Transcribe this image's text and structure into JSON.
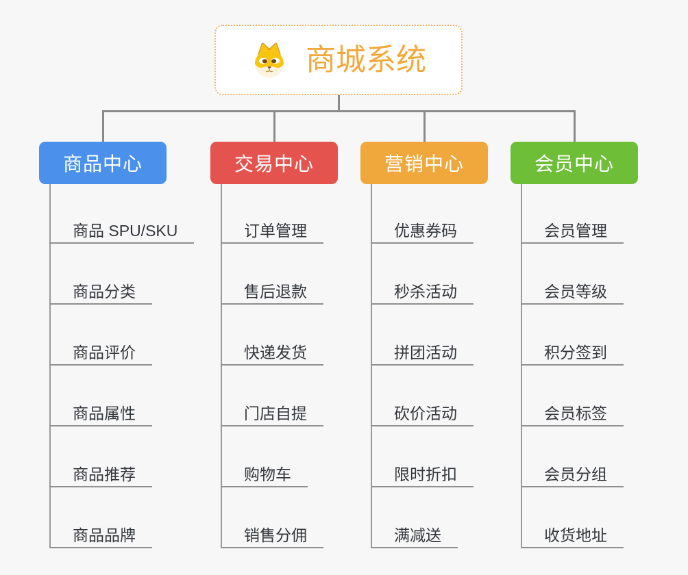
{
  "canvas": {
    "background": "#F7F7F7",
    "connector_color": "#8A8A8A",
    "trunk_color": "#999999",
    "underline_color": "#8F8F8F",
    "leaf_text_color": "#33363B"
  },
  "root": {
    "title": "商城系统",
    "icon": "dog-face-icon",
    "accent_color": "#F2A93B",
    "border_color": "#F2B263",
    "background": "#FFFFFF"
  },
  "branches": [
    {
      "label": "商品中心",
      "color": "#4B90EA",
      "children": [
        "商品 SPU/SKU",
        "商品分类",
        "商品评价",
        "商品属性",
        "商品推荐",
        "商品品牌"
      ]
    },
    {
      "label": "交易中心",
      "color": "#E5534F",
      "children": [
        "订单管理",
        "售后退款",
        "快递发货",
        "门店自提",
        "购物车",
        "销售分佣"
      ]
    },
    {
      "label": "营销中心",
      "color": "#F0A73B",
      "children": [
        "优惠券码",
        "秒杀活动",
        "拼团活动",
        "砍价活动",
        "限时折扣",
        "满减送"
      ]
    },
    {
      "label": "会员中心",
      "color": "#6EBE38",
      "children": [
        "会员管理",
        "会员等级",
        "积分签到",
        "会员标签",
        "会员分组",
        "收货地址"
      ]
    }
  ]
}
